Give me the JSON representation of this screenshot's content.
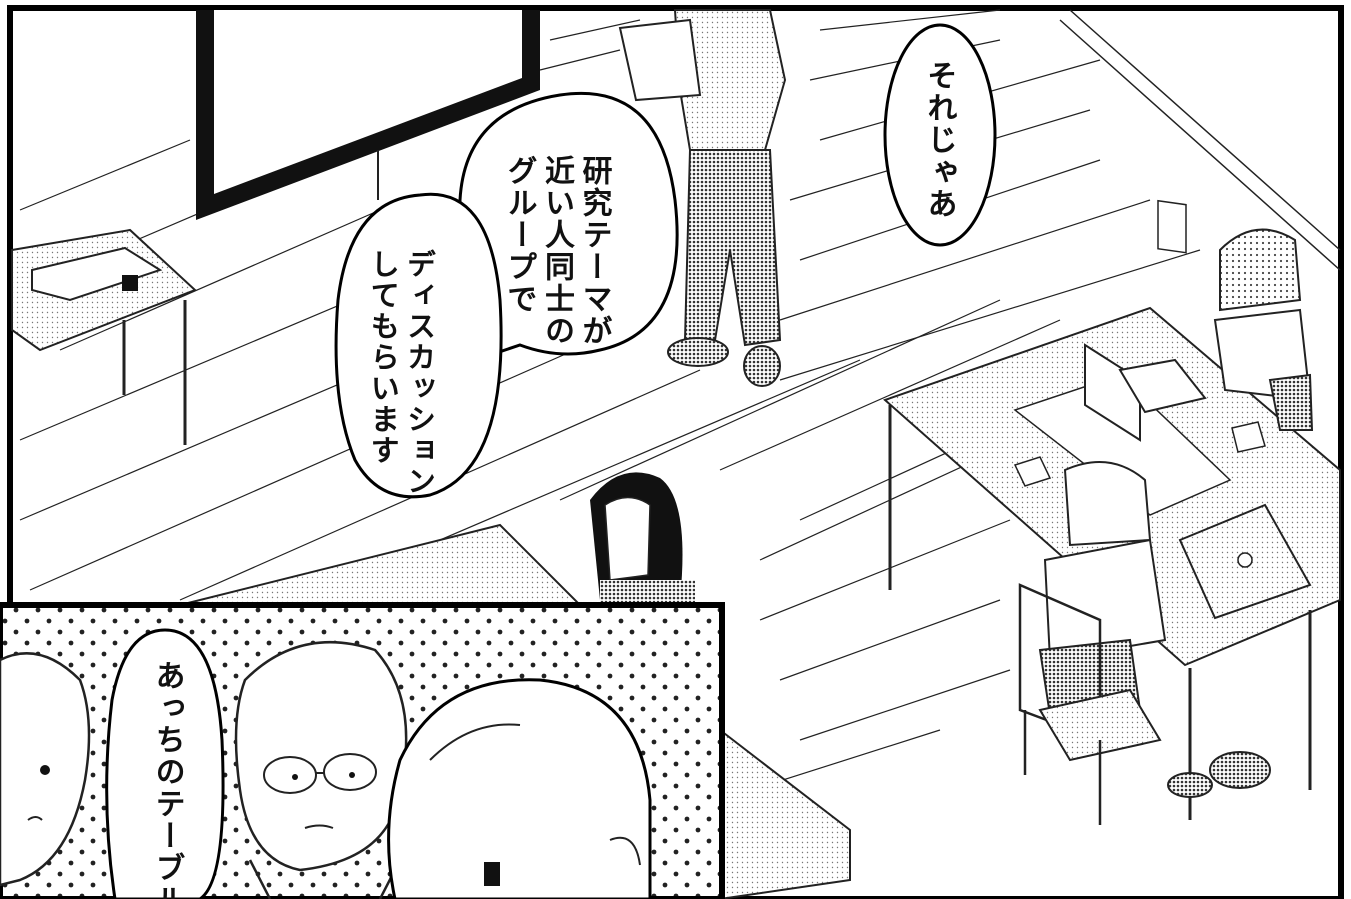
{
  "balloons": {
    "sorejaa": {
      "text": "それじゃあ"
    },
    "research": {
      "lines": [
        "研究テーマが",
        "近い人同士の",
        "グループで"
      ]
    },
    "discussion": {
      "lines": [
        "ディスカッション",
        "してもらいます"
      ]
    },
    "acchi": {
      "text": "あっちのテーブル"
    }
  },
  "colors": {
    "ink": "#111111",
    "paper": "#ffffff",
    "tone": "#cfcfcf"
  }
}
